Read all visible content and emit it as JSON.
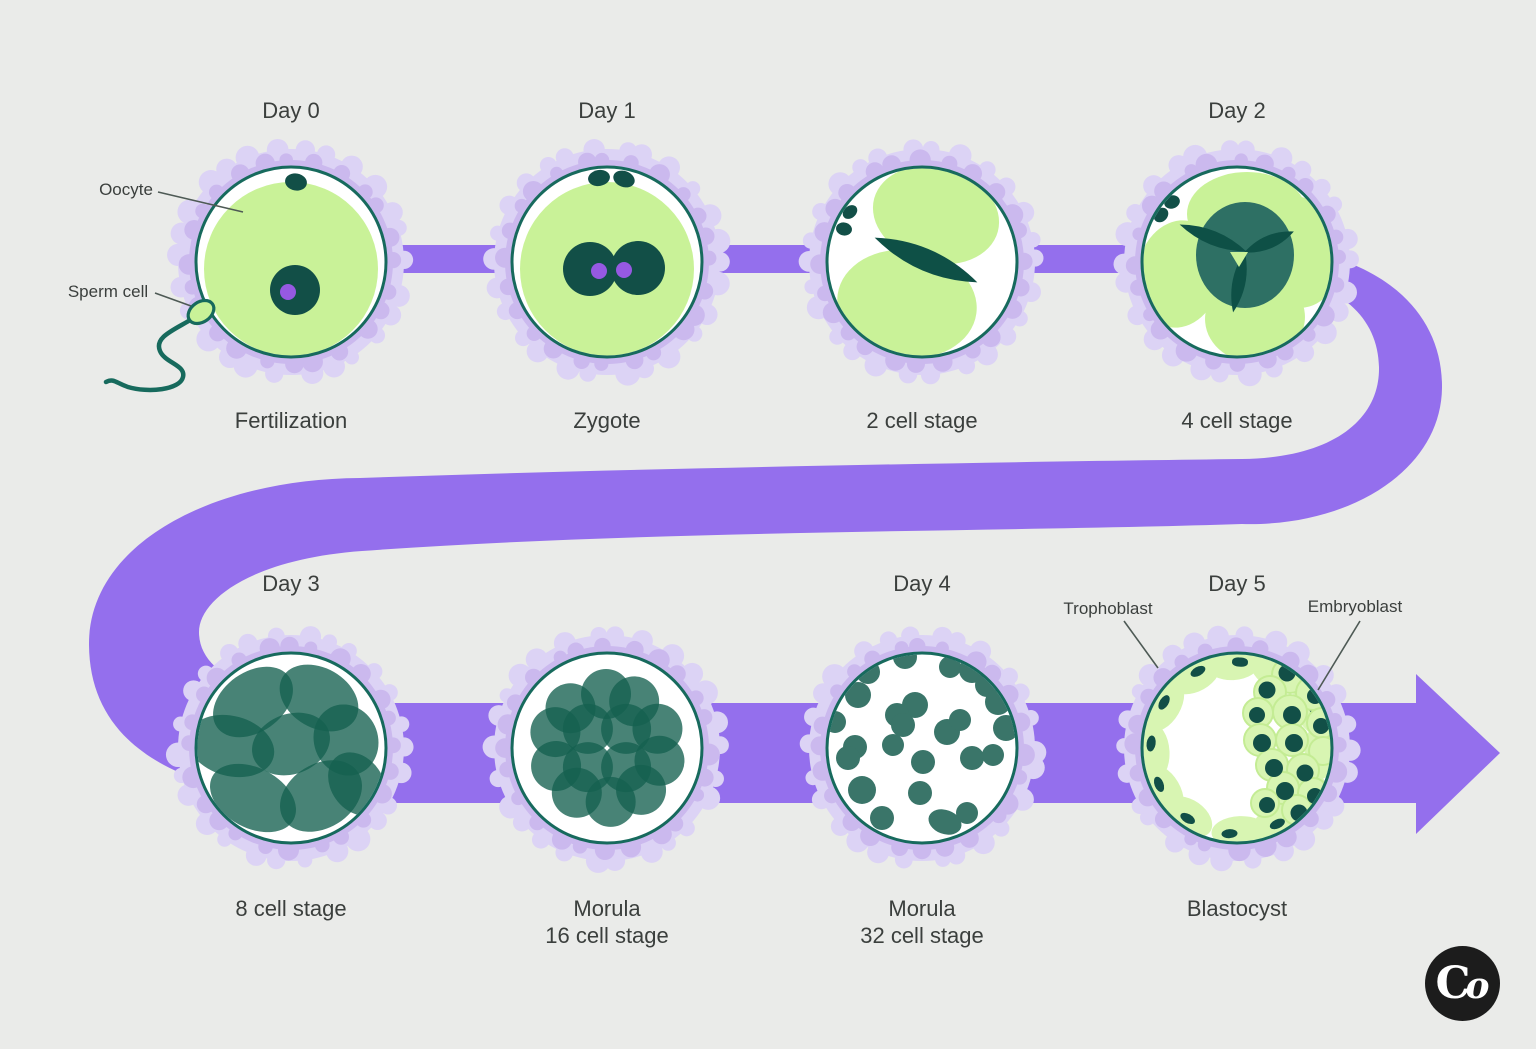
{
  "stages": [
    {
      "day": "Day 0",
      "name": "Fertilization"
    },
    {
      "day": "Day 1",
      "name": "Zygote"
    },
    {
      "day": "",
      "name": "2 cell stage"
    },
    {
      "day": "Day 2",
      "name": "4 cell stage"
    },
    {
      "day": "Day 3",
      "name": "8 cell stage"
    },
    {
      "day": "",
      "name": "Morula",
      "subname": "16 cell stage"
    },
    {
      "day": "Day 4",
      "name": "Morula",
      "subname": "32 cell stage"
    },
    {
      "day": "Day 5",
      "name": "Blastocyst"
    }
  ],
  "annotations": {
    "oocyte": "Oocyte",
    "sperm_cell": "Sperm cell",
    "trophoblast": "Trophoblast",
    "embryoblast": "Embryoblast"
  },
  "logo": {
    "c": "C",
    "o": "o"
  },
  "colors": {
    "background": "#eaebe9",
    "ribbon": "#946fed",
    "ring_outer": "#dcd3f5",
    "ring_inner": "#cbb9ee",
    "cell_border": "#176a5d",
    "cell_fill": "#ffffff",
    "cytoplasm": "#c9f298",
    "nucleus": "#124f47",
    "pronucleus_dot": "#9659e2",
    "divider": "#0e5046",
    "morula_cell": "#14604f",
    "morula32_cell": "#3a7569",
    "blastocyst_cell": "#d8f5b2",
    "blastocyst_cell_edge": "#c4ec94",
    "label_text": "#3b3f3d",
    "leader_line": "#4e5a55",
    "logo_bg": "#1c1c1c",
    "logo_text": "#ffffff"
  }
}
